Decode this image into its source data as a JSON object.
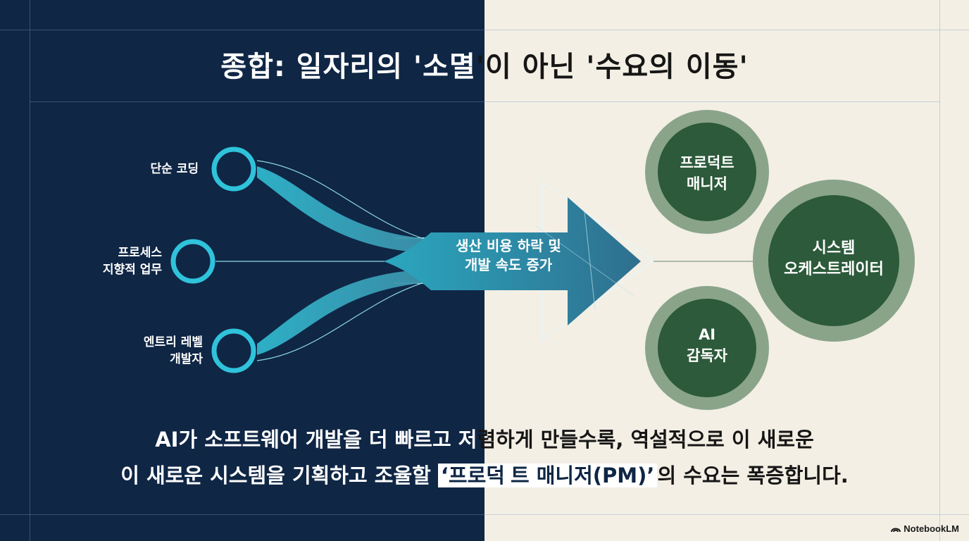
{
  "title": {
    "left_part": "종합: 일자리의 '소멸",
    "right_part": "'이 아닌 '수요의 이동'"
  },
  "sources": [
    {
      "label": "단순 코딩"
    },
    {
      "label": "프로세스\n지향적 업무"
    },
    {
      "label": "엔트리 레벨\n개발자"
    }
  ],
  "arrow_label": "생산 비용 하락 및\n개발 속도 증가",
  "targets": [
    {
      "label": "프로덕트\n매니저"
    },
    {
      "label": "시스템\n오케스트레이터"
    },
    {
      "label": "AI\n감독자"
    }
  ],
  "bottom_text": {
    "line1_left": "AI가 소프트웨어 개발을 더 빠르고 저",
    "line1_right": "렴하게 만들수록, 역설적으로 이 새로운",
    "line2_left": "이 새로운 시스템을 기획하고 조율할 ",
    "line2_highlight_left": "‘프로덕",
    "line2_highlight_right": "트 매니저(PM)’",
    "line2_right": "의 수요는 폭증합니다."
  },
  "brand": "NotebookLM",
  "colors": {
    "navy": "#0f2645",
    "cream": "#f3efe4",
    "teal": "#2fb6cc",
    "green_dark": "#2c5a3a",
    "green_ring": "#8aa48a"
  }
}
